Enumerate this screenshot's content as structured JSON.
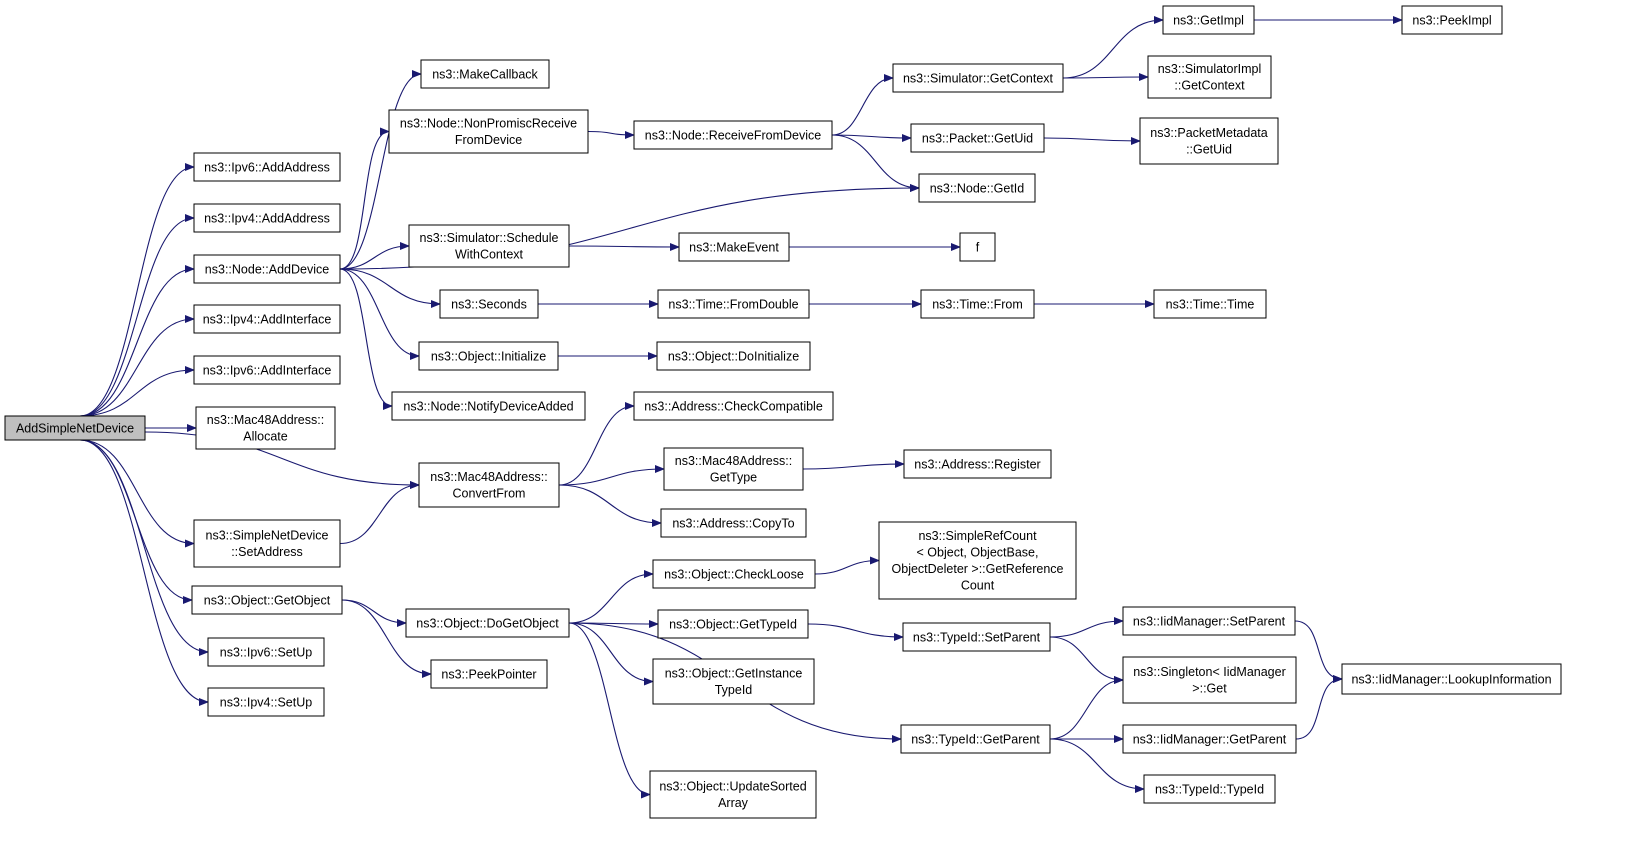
{
  "colors": {
    "edge": "#191970",
    "border_normal": "#000000",
    "border_truncated": "#ff0000",
    "fill_normal": "#ffffff",
    "fill_root": "#bfbfbf"
  },
  "nodes": [
    {
      "id": "root",
      "lines": [
        "AddSimpleNetDevice"
      ],
      "kind": "root"
    },
    {
      "id": "ipv6_addaddr",
      "lines": [
        "ns3::Ipv6::AddAddress"
      ],
      "kind": "normal"
    },
    {
      "id": "ipv4_addaddr",
      "lines": [
        "ns3::Ipv4::AddAddress"
      ],
      "kind": "normal"
    },
    {
      "id": "node_adddev",
      "lines": [
        "ns3::Node::AddDevice"
      ],
      "kind": "normal"
    },
    {
      "id": "ipv4_addif",
      "lines": [
        "ns3::Ipv4::AddInterface"
      ],
      "kind": "normal"
    },
    {
      "id": "ipv6_addif",
      "lines": [
        "ns3::Ipv6::AddInterface"
      ],
      "kind": "normal"
    },
    {
      "id": "mac_alloc",
      "lines": [
        "ns3::Mac48Address::",
        "Allocate"
      ],
      "kind": "normal"
    },
    {
      "id": "snd_setaddr",
      "lines": [
        "ns3::SimpleNetDevice",
        "::SetAddress"
      ],
      "kind": "normal"
    },
    {
      "id": "obj_getobj",
      "lines": [
        "ns3::Object::GetObject"
      ],
      "kind": "normal"
    },
    {
      "id": "ipv6_setup",
      "lines": [
        "ns3::Ipv6::SetUp"
      ],
      "kind": "normal"
    },
    {
      "id": "ipv4_setup",
      "lines": [
        "ns3::Ipv4::SetUp"
      ],
      "kind": "normal"
    },
    {
      "id": "makecallback",
      "lines": [
        "ns3::MakeCallback"
      ],
      "kind": "normal"
    },
    {
      "id": "node_nonprom",
      "lines": [
        "ns3::Node::NonPromiscReceive",
        "FromDevice"
      ],
      "kind": "normal"
    },
    {
      "id": "sim_schedctx",
      "lines": [
        "ns3::Simulator::Schedule",
        "WithContext"
      ],
      "kind": "normal"
    },
    {
      "id": "seconds",
      "lines": [
        "ns3::Seconds"
      ],
      "kind": "normal"
    },
    {
      "id": "obj_init",
      "lines": [
        "ns3::Object::Initialize"
      ],
      "kind": "normal"
    },
    {
      "id": "node_notify",
      "lines": [
        "ns3::Node::NotifyDeviceAdded"
      ],
      "kind": "normal"
    },
    {
      "id": "mac_convert",
      "lines": [
        "ns3::Mac48Address::",
        "ConvertFrom"
      ],
      "kind": "normal"
    },
    {
      "id": "obj_dogetobj",
      "lines": [
        "ns3::Object::DoGetObject"
      ],
      "kind": "normal"
    },
    {
      "id": "peekpointer",
      "lines": [
        "ns3::PeekPointer"
      ],
      "kind": "normal"
    },
    {
      "id": "node_recvfrom",
      "lines": [
        "ns3::Node::ReceiveFromDevice"
      ],
      "kind": "normal"
    },
    {
      "id": "makeevent",
      "lines": [
        "ns3::MakeEvent"
      ],
      "kind": "normal"
    },
    {
      "id": "time_fromdouble",
      "lines": [
        "ns3::Time::FromDouble"
      ],
      "kind": "normal"
    },
    {
      "id": "obj_doinit",
      "lines": [
        "ns3::Object::DoInitialize"
      ],
      "kind": "normal"
    },
    {
      "id": "addr_checkcompat",
      "lines": [
        "ns3::Address::CheckCompatible"
      ],
      "kind": "normal"
    },
    {
      "id": "mac_gettype",
      "lines": [
        "ns3::Mac48Address::",
        "GetType"
      ],
      "kind": "normal"
    },
    {
      "id": "addr_copyto",
      "lines": [
        "ns3::Address::CopyTo"
      ],
      "kind": "normal"
    },
    {
      "id": "obj_checkloose",
      "lines": [
        "ns3::Object::CheckLoose"
      ],
      "kind": "normal"
    },
    {
      "id": "obj_gettypeid",
      "lines": [
        "ns3::Object::GetTypeId"
      ],
      "kind": "normal"
    },
    {
      "id": "obj_getinsttypeid",
      "lines": [
        "ns3::Object::GetInstance",
        "TypeId"
      ],
      "kind": "normal"
    },
    {
      "id": "obj_updsorted",
      "lines": [
        "ns3::Object::UpdateSorted",
        "Array"
      ],
      "kind": "normal"
    },
    {
      "id": "sim_getctx",
      "lines": [
        "ns3::Simulator::GetContext"
      ],
      "kind": "normal"
    },
    {
      "id": "pkt_getuid",
      "lines": [
        "ns3::Packet::GetUid"
      ],
      "kind": "normal"
    },
    {
      "id": "node_getid",
      "lines": [
        "ns3::Node::GetId"
      ],
      "kind": "normal"
    },
    {
      "id": "f",
      "lines": [
        "f"
      ],
      "kind": "normal"
    },
    {
      "id": "time_from",
      "lines": [
        "ns3::Time::From"
      ],
      "kind": "normal"
    },
    {
      "id": "addr_register",
      "lines": [
        "ns3::Address::Register"
      ],
      "kind": "normal"
    },
    {
      "id": "simplerefcount",
      "lines": [
        "ns3::SimpleRefCount",
        "< Object, ObjectBase,",
        "ObjectDeleter >::GetReference",
        "Count"
      ],
      "kind": "normal"
    },
    {
      "id": "typeid_setparent",
      "lines": [
        "ns3::TypeId::SetParent"
      ],
      "kind": "normal"
    },
    {
      "id": "typeid_getparent",
      "lines": [
        "ns3::TypeId::GetParent"
      ],
      "kind": "normal"
    },
    {
      "id": "getimpl",
      "lines": [
        "ns3::GetImpl"
      ],
      "kind": "truncated"
    },
    {
      "id": "simimpl_getctx",
      "lines": [
        "ns3::SimulatorImpl",
        "::GetContext"
      ],
      "kind": "normal"
    },
    {
      "id": "pktmeta_getuid",
      "lines": [
        "ns3::PacketMetadata",
        "::GetUid"
      ],
      "kind": "normal"
    },
    {
      "id": "time_time",
      "lines": [
        "ns3::Time::Time"
      ],
      "kind": "truncated"
    },
    {
      "id": "iidmgr_setparent",
      "lines": [
        "ns3::IidManager::SetParent"
      ],
      "kind": "normal"
    },
    {
      "id": "singleton_get",
      "lines": [
        "ns3::Singleton< IidManager",
        ">::Get"
      ],
      "kind": "normal"
    },
    {
      "id": "iidmgr_getparent",
      "lines": [
        "ns3::IidManager::GetParent"
      ],
      "kind": "normal"
    },
    {
      "id": "typeid_typeid",
      "lines": [
        "ns3::TypeId::TypeId"
      ],
      "kind": "normal"
    },
    {
      "id": "peekimpl",
      "lines": [
        "ns3::PeekImpl"
      ],
      "kind": "normal"
    },
    {
      "id": "iidmgr_lookup",
      "lines": [
        "ns3::IidManager::LookupInformation"
      ],
      "kind": "normal"
    }
  ],
  "edges": [
    [
      "root",
      "ipv6_addaddr"
    ],
    [
      "root",
      "ipv4_addaddr"
    ],
    [
      "root",
      "node_adddev"
    ],
    [
      "root",
      "ipv4_addif"
    ],
    [
      "root",
      "ipv6_addif"
    ],
    [
      "root",
      "mac_alloc"
    ],
    [
      "root",
      "mac_convert"
    ],
    [
      "root",
      "snd_setaddr"
    ],
    [
      "root",
      "obj_getobj"
    ],
    [
      "root",
      "ipv6_setup"
    ],
    [
      "root",
      "ipv4_setup"
    ],
    [
      "node_adddev",
      "makecallback"
    ],
    [
      "node_adddev",
      "node_nonprom"
    ],
    [
      "node_adddev",
      "node_getid"
    ],
    [
      "node_adddev",
      "sim_schedctx"
    ],
    [
      "node_adddev",
      "seconds"
    ],
    [
      "node_adddev",
      "obj_init"
    ],
    [
      "node_adddev",
      "node_notify"
    ],
    [
      "snd_setaddr",
      "mac_convert"
    ],
    [
      "obj_getobj",
      "obj_dogetobj"
    ],
    [
      "obj_getobj",
      "peekpointer"
    ],
    [
      "node_nonprom",
      "node_recvfrom"
    ],
    [
      "sim_schedctx",
      "makeevent"
    ],
    [
      "seconds",
      "time_fromdouble"
    ],
    [
      "obj_init",
      "obj_doinit"
    ],
    [
      "mac_convert",
      "addr_checkcompat"
    ],
    [
      "mac_convert",
      "mac_gettype"
    ],
    [
      "mac_convert",
      "addr_copyto"
    ],
    [
      "obj_dogetobj",
      "obj_checkloose"
    ],
    [
      "obj_dogetobj",
      "obj_gettypeid"
    ],
    [
      "obj_dogetobj",
      "obj_getinsttypeid"
    ],
    [
      "obj_dogetobj",
      "obj_updsorted"
    ],
    [
      "obj_dogetobj",
      "typeid_getparent"
    ],
    [
      "node_recvfrom",
      "sim_getctx"
    ],
    [
      "node_recvfrom",
      "pkt_getuid"
    ],
    [
      "node_recvfrom",
      "node_getid"
    ],
    [
      "makeevent",
      "f"
    ],
    [
      "time_fromdouble",
      "time_from"
    ],
    [
      "mac_gettype",
      "addr_register"
    ],
    [
      "obj_checkloose",
      "simplerefcount"
    ],
    [
      "obj_gettypeid",
      "typeid_setparent"
    ],
    [
      "sim_getctx",
      "getimpl"
    ],
    [
      "sim_getctx",
      "simimpl_getctx"
    ],
    [
      "pkt_getuid",
      "pktmeta_getuid"
    ],
    [
      "time_from",
      "time_time"
    ],
    [
      "typeid_setparent",
      "iidmgr_setparent"
    ],
    [
      "typeid_setparent",
      "singleton_get"
    ],
    [
      "typeid_getparent",
      "singleton_get"
    ],
    [
      "typeid_getparent",
      "iidmgr_getparent"
    ],
    [
      "typeid_getparent",
      "typeid_typeid"
    ],
    [
      "getimpl",
      "peekimpl"
    ],
    [
      "iidmgr_setparent",
      "iidmgr_lookup"
    ],
    [
      "iidmgr_getparent",
      "iidmgr_lookup"
    ]
  ]
}
